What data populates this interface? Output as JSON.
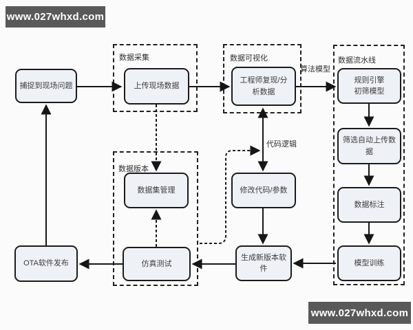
{
  "watermarks": {
    "top_left": "www.027whxd.com",
    "bottom_right": "www.027whxd.com"
  },
  "groups": {
    "data_collection": {
      "label": "数据采集"
    },
    "data_visualization": {
      "label": "数据可视化"
    },
    "data_pipeline": {
      "label": "数据流水线"
    },
    "data_version": {
      "label": "数据版本"
    }
  },
  "nodes": {
    "capture_issue": {
      "label": "捕捉到现场问题"
    },
    "upload_data": {
      "label": "上传现场数据"
    },
    "engineer_analyze": {
      "label": "工程师复现/分\n析数据"
    },
    "rule_engine": {
      "label": "规则引擎\n初筛模型"
    },
    "filter_upload": {
      "label": "筛选自动上传数\n据"
    },
    "data_annotation": {
      "label": "数据标注"
    },
    "model_training": {
      "label": "模型训练"
    },
    "modify_code": {
      "label": "修改代码/参数"
    },
    "dataset_management": {
      "label": "数据集管理"
    },
    "generate_new_version": {
      "label": "生成新版本软\n件"
    },
    "simulation_test": {
      "label": "仿真测试"
    },
    "ota_release": {
      "label": "OTA软件发布"
    }
  },
  "edge_labels": {
    "algorithm_model": "算法模型",
    "code_logic": "代码逻辑"
  },
  "colors": {
    "background": "#fbfbfb",
    "node_fill": "#eef1f6",
    "node_border": "#1b1b1b",
    "line": "#161616",
    "banner_bg": "#595959",
    "banner_text": "#ffffff"
  }
}
